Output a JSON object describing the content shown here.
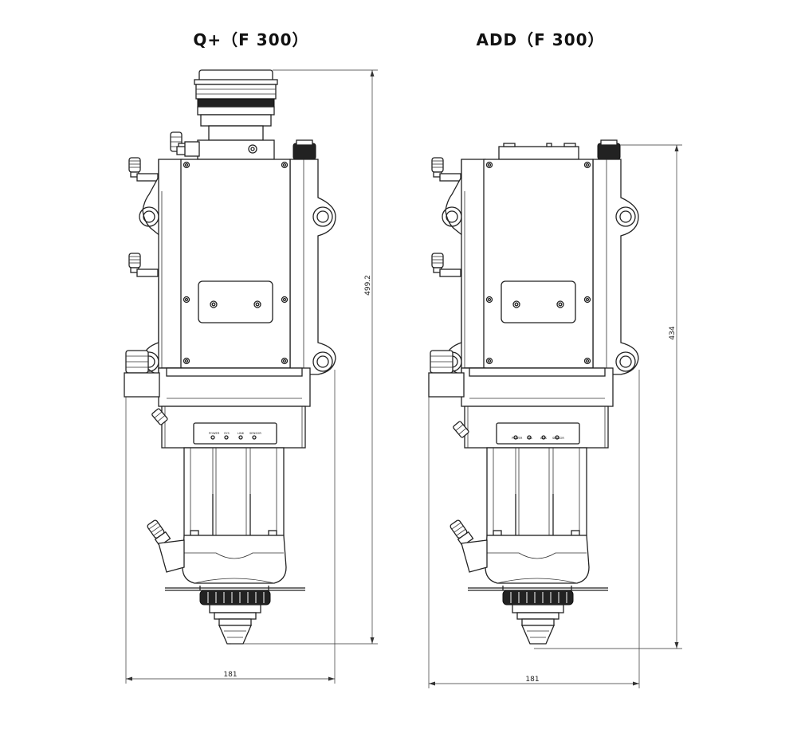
{
  "views": [
    {
      "id": "q-plus",
      "title": "Q+（F 300）",
      "width_dim": "181",
      "height_dim": "499.2",
      "indicators": [
        "POWER",
        "SYS",
        "LINK",
        "SENSOR"
      ]
    },
    {
      "id": "add",
      "title": "ADD（F 300）",
      "width_dim": "181",
      "height_dim": "434",
      "indicators": [
        "POWER",
        "SYS",
        "LINK",
        "SENSOR"
      ]
    }
  ]
}
